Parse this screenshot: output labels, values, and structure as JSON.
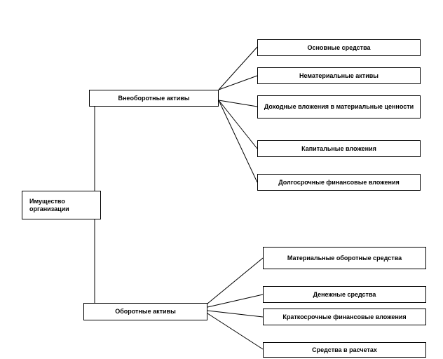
{
  "root": {
    "label": "Имущество организации"
  },
  "groups": [
    {
      "label": "Внеоборотные активы",
      "items": [
        "Основные средства",
        "Нематериальные  активы",
        "Доходные вложения в материальные ценности",
        "Капитальные вложения",
        "Долгосрочные финансовые вложения"
      ]
    },
    {
      "label": "Оборотные активы",
      "items": [
        "Материальные оборотные средства",
        "Денежные средства",
        "Краткосрочные финансовые вложения",
        "Средства в расчетах"
      ]
    }
  ]
}
